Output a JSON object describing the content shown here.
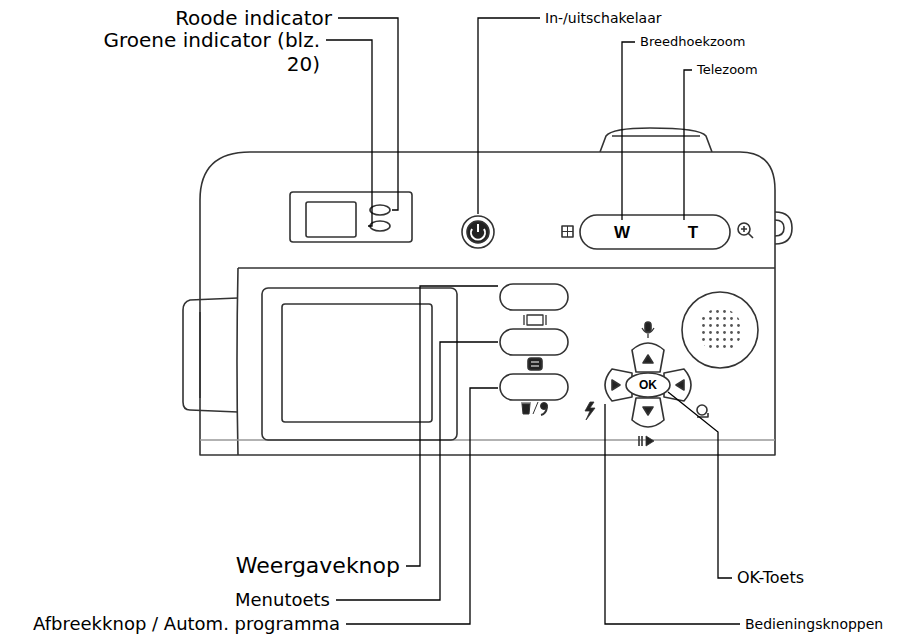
{
  "diagram": {
    "labels": [
      "Roode indicator",
      "Groene indicator (blz. 20)",
      "In-/uitschakelaar",
      "Breedhoekzoom",
      "Telezoom",
      "W",
      "T",
      "OK",
      "Weergaveknop",
      "Menutoets",
      "Afbreekknop / Autom. programma",
      "OK-Toets",
      "Bedieningsknoppen"
    ]
  }
}
